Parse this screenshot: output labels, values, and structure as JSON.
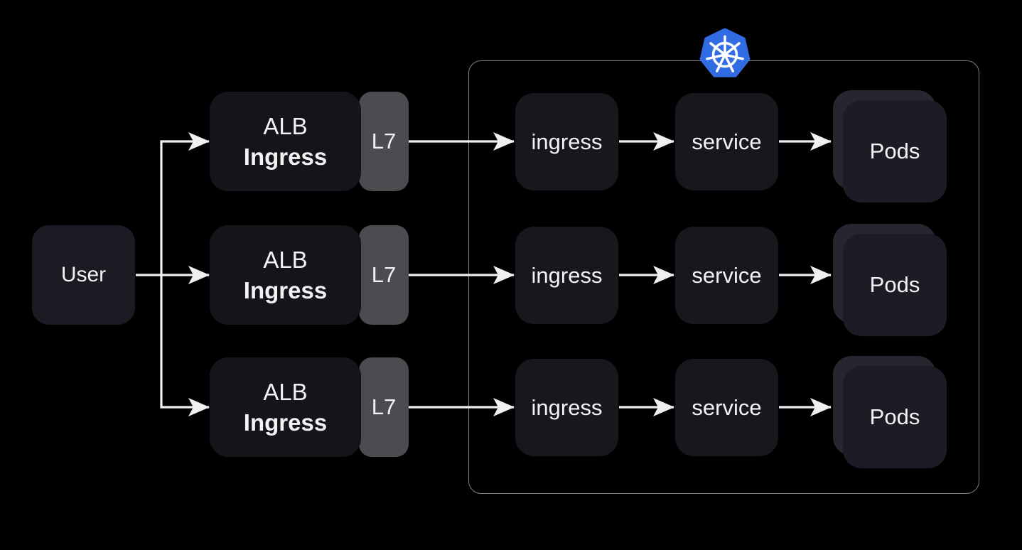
{
  "user": {
    "label": "User"
  },
  "alb": {
    "rows": [
      {
        "title": "ALB",
        "subtitle": "Ingress",
        "badge": "L7"
      },
      {
        "title": "ALB",
        "subtitle": "Ingress",
        "badge": "L7"
      },
      {
        "title": "ALB",
        "subtitle": "Ingress",
        "badge": "L7"
      }
    ]
  },
  "cluster": {
    "icon": "kubernetes-icon",
    "rows": [
      {
        "ingress": "ingress",
        "service": "service",
        "pods": "Pods"
      },
      {
        "ingress": "ingress",
        "service": "service",
        "pods": "Pods"
      },
      {
        "ingress": "ingress",
        "service": "service",
        "pods": "Pods"
      }
    ]
  },
  "colors": {
    "bg": "#000000",
    "node": "#17171e",
    "node-user": "#1b1b23",
    "pods-front": "#1c1c26",
    "pods-back": "#262630",
    "badge": "#4b4b50",
    "cluster-border": "#7e7e7e",
    "k8s-blue": "#326CE5",
    "arrow": "#f0f0f0",
    "text": "#f2f2f2"
  }
}
